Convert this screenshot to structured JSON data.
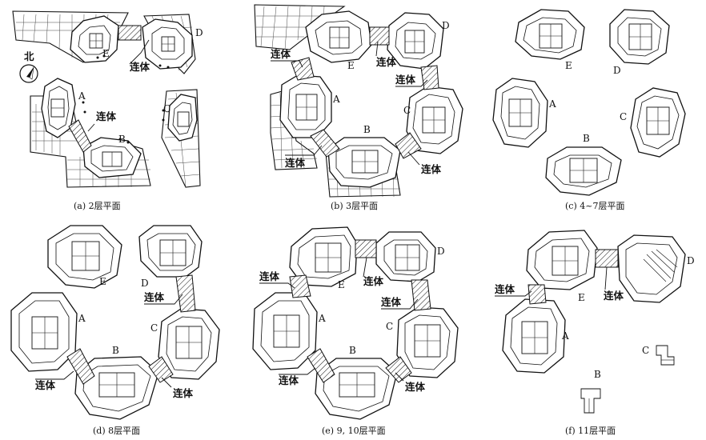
{
  "tower_labels": {
    "A": "A",
    "B": "B",
    "C": "C",
    "D": "D",
    "E": "E"
  },
  "bridge_label": "连体",
  "north_label": "北",
  "captions": {
    "a": "(a) 2层平面",
    "b": "(b) 3层平面",
    "c": "(c) 4~7层平面",
    "d": "(d) 8层平面",
    "e": "(e) 9, 10层平面",
    "f": "(f) 11层平面"
  },
  "colors": {
    "line": "#111111",
    "background": "#ffffff"
  }
}
